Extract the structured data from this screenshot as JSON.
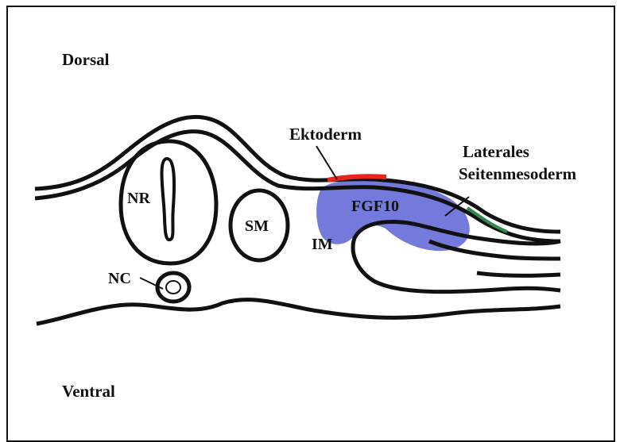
{
  "labels": {
    "dorsal": "Dorsal",
    "ventral": "Ventral",
    "ektoderm": "Ektoderm",
    "laterales_line1": "Laterales",
    "laterales_line2": "Seitenmesoderm",
    "nr": "NR",
    "sm": "SM",
    "fgf10": "FGF10",
    "im": "IM",
    "nc": "NC"
  },
  "colors": {
    "outline": "#111111",
    "fgf10_region": "#5b63d6",
    "ektoderm_highlight": "#e8261b",
    "lateral_mesoderm_highlight": "#2f8a4c"
  }
}
